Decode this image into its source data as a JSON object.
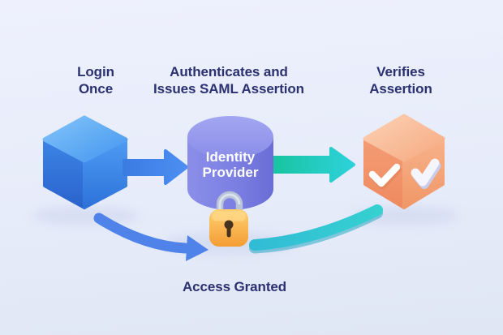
{
  "diagram": {
    "steps": [
      {
        "id": "login-once",
        "lines": [
          "Login",
          "Once"
        ]
      },
      {
        "id": "authenticate",
        "lines": [
          "Authenticates and",
          "Issues SAML Assertion"
        ]
      },
      {
        "id": "verify",
        "lines": [
          "Verifies",
          "Assertion"
        ]
      }
    ],
    "identity_provider": {
      "lines": [
        "Identity",
        "Provider"
      ]
    },
    "access_granted_label": "Access Granted",
    "icons": [
      {
        "name": "user-cube",
        "meaning": "user logging in once",
        "style": "blue 3d cube"
      },
      {
        "name": "identity-provider-cylinder",
        "meaning": "identity provider service",
        "style": "purple 3d cylinder"
      },
      {
        "name": "service-provider-cube",
        "meaning": "service provider verifying assertion",
        "style": "orange 3d cube with white checkmarks"
      },
      {
        "name": "padlock-icon",
        "meaning": "secure authentication",
        "style": "orange padlock with silver shackle"
      },
      {
        "name": "arrow-right-blue",
        "meaning": "login request to identity provider"
      },
      {
        "name": "arrow-right-teal",
        "meaning": "saml assertion to service provider"
      },
      {
        "name": "curved-arrow-blue",
        "meaning": "access granted flow (left)"
      },
      {
        "name": "curved-band-teal",
        "meaning": "access granted flow (right)"
      }
    ],
    "colors": {
      "background_top": "#eef1fd",
      "background_bottom": "#dfe6f4",
      "label_text": "#2b3170",
      "identity_provider_text": "#ffffff",
      "cube_blue_top": "#6ab4f7",
      "cube_blue_left": "#2d6fd8",
      "cube_blue_right": "#3c8beb",
      "cylinder_purple_body": "#7c7fe2",
      "cylinder_purple_top": "#9497ea",
      "cube_orange_top": "#f8c0a0",
      "cube_orange_left": "#f0946c",
      "cube_orange_right": "#f6ab82",
      "arrow_blue": "#3f7fe6",
      "arrow_teal_green": "#17c39d",
      "arrow_teal_cyan": "#2dd2da",
      "curved_arrow_blue": "#4f83ea",
      "curved_band_teal": "#35c4d8",
      "lock_body_orange": "#f8ab42",
      "lock_shackle_silver": "#b9c3d8",
      "lock_keyhole": "#46331f",
      "check_white": "#ffffff",
      "shadow": "#c9d2eb"
    }
  }
}
